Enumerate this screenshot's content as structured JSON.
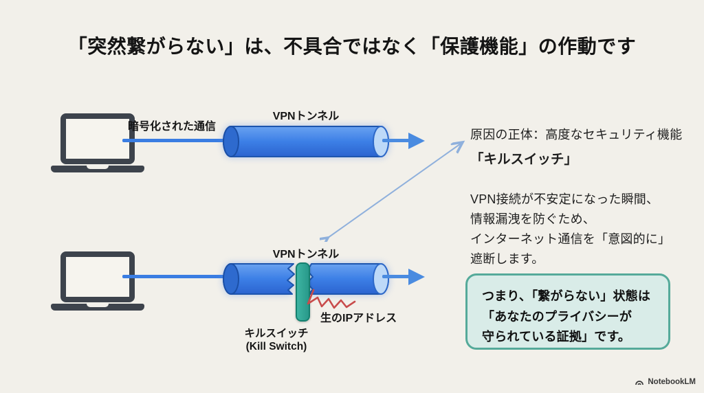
{
  "title": "「突然繋がらない」は、不具合ではなく「保護機能」の作動です",
  "top_diagram": {
    "encrypted_label": "暗号化された通信",
    "tunnel_label": "VPNトンネル"
  },
  "bottom_diagram": {
    "tunnel_label": "VPNトンネル",
    "kill_switch_jp": "キルスイッチ",
    "kill_switch_en": "(Kill Switch)",
    "raw_ip_label": "生のIPアドレス"
  },
  "explanation": {
    "cause_line": "原因の正体：高度なセキュリティ機能",
    "cause_term": "「キルスイッチ」",
    "body_lines": [
      "VPN接続が不安定になった瞬間、",
      "情報漏洩を防ぐため、",
      "インターネット通信を「意図的に」",
      "遮断します。"
    ]
  },
  "conclusion_box": {
    "lines": [
      "つまり、「繋がらない」状態は",
      "「あなたのプライバシーが",
      "守られている証拠」です。"
    ]
  },
  "watermark": {
    "brand": "NotebookLM"
  },
  "icons": {
    "laptop": "laptop-icon",
    "flow_arrow": "flow-arrow-icon",
    "pointer_arrow": "double-headed-arrow-icon",
    "leak_zigzag": "leak-zigzag-icon",
    "brand_logo": "notebooklm-logo-icon"
  },
  "colors": {
    "background": "#f2f0ea",
    "tunnel_blue": "#3c7fe6",
    "tunnel_outline": "#1d55ae",
    "tunnel_opening": "#bdd9f8",
    "kill_switch_teal": "#2fa493",
    "leak_red": "#c84b4b",
    "conclusion_bg": "#d9ece8",
    "conclusion_border": "#55aa9a",
    "pointer_blue": "#8fb0dc",
    "laptop_gray": "#3d434c"
  }
}
